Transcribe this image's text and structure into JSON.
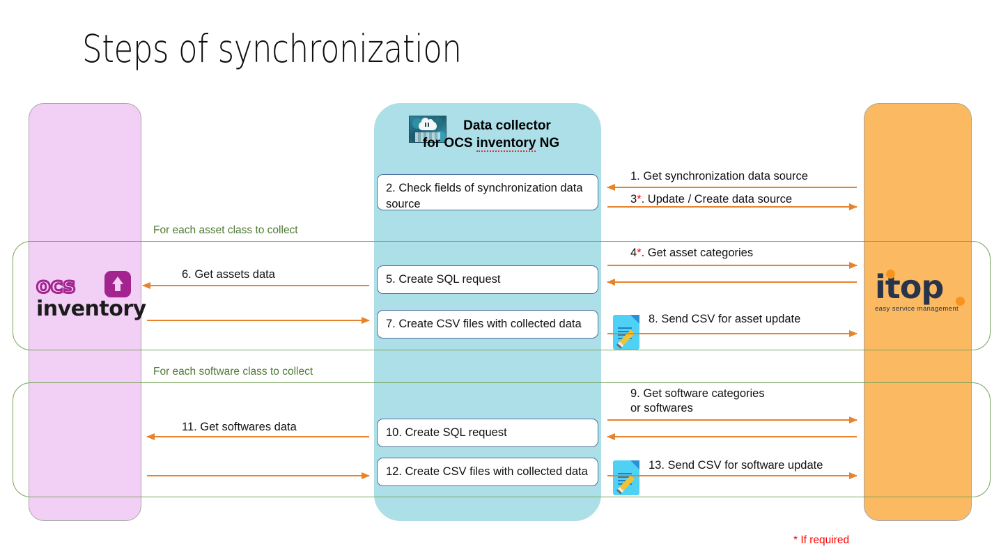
{
  "title": "Steps of synchronization",
  "lanes": {
    "ocs": {
      "name": "OCS inventory",
      "logo_word": "ocs",
      "logo_sub": "inventory",
      "color": "#f2d0f5"
    },
    "collector": {
      "title_line1": "Data collector",
      "title_line2_a": "for OCS ",
      "title_line2_b": "inventory",
      "title_line2_c": " NG",
      "color": "#addfe8",
      "icon": "server-cloud-icon"
    },
    "itop": {
      "name": "itop",
      "logo_word": "itop",
      "tagline": "easy service management",
      "color": "#fbb962"
    }
  },
  "loops": {
    "assets": {
      "label": "For each asset class to collect"
    },
    "software": {
      "label": "For each software class to collect"
    }
  },
  "steps": {
    "s2": "2. Check fields of synchronization data source",
    "s5": "5. Create SQL request",
    "s7": "7. Create CSV files with collected data",
    "s10": "10. Create SQL request",
    "s12": "12. Create CSV files with collected data"
  },
  "messages": {
    "m1": {
      "text": "1. Get synchronization data source",
      "direction": "left"
    },
    "m3": {
      "prefix": "3",
      "star": "*",
      "suffix": ". Update / Create data source",
      "direction": "right"
    },
    "m4": {
      "prefix": "4",
      "star": "*",
      "suffix": ". Get asset categories",
      "direction": "right"
    },
    "m6": {
      "text": "6. Get assets data",
      "direction": "left"
    },
    "m8": {
      "text": "8. Send CSV for asset update",
      "direction": "right"
    },
    "m9": {
      "text": "9. Get software categories\nor softwares",
      "direction": "right"
    },
    "m11": {
      "text": "11. Get softwares data",
      "direction": "left"
    },
    "m13": {
      "text": "13. Send CSV for software update",
      "direction": "right"
    }
  },
  "footnote": "* If required",
  "colors": {
    "arrow": "#e8822b",
    "loop_green": "#77a35b",
    "loop_label_green": "#4e7a33",
    "star_red": "#ff0000",
    "step_border": "#4a6f9c"
  }
}
